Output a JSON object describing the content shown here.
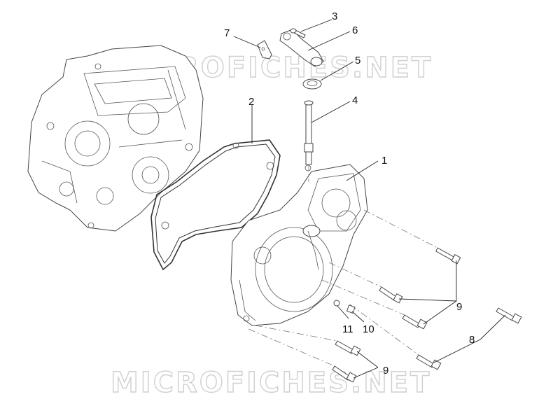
{
  "watermark": {
    "top": "MICROFICHES.NET",
    "bottom": "MICROFICHES.NET"
  },
  "callouts": [
    {
      "id": "c1",
      "label": "1"
    },
    {
      "id": "c2",
      "label": "2"
    },
    {
      "id": "c3",
      "label": "3"
    },
    {
      "id": "c4",
      "label": "4"
    },
    {
      "id": "c5",
      "label": "5"
    },
    {
      "id": "c6",
      "label": "6"
    },
    {
      "id": "c7",
      "label": "7"
    },
    {
      "id": "c8",
      "label": "8"
    },
    {
      "id": "c9a",
      "label": "9"
    },
    {
      "id": "c9b",
      "label": "9"
    },
    {
      "id": "c10",
      "label": "10"
    },
    {
      "id": "c11",
      "label": "11"
    }
  ]
}
